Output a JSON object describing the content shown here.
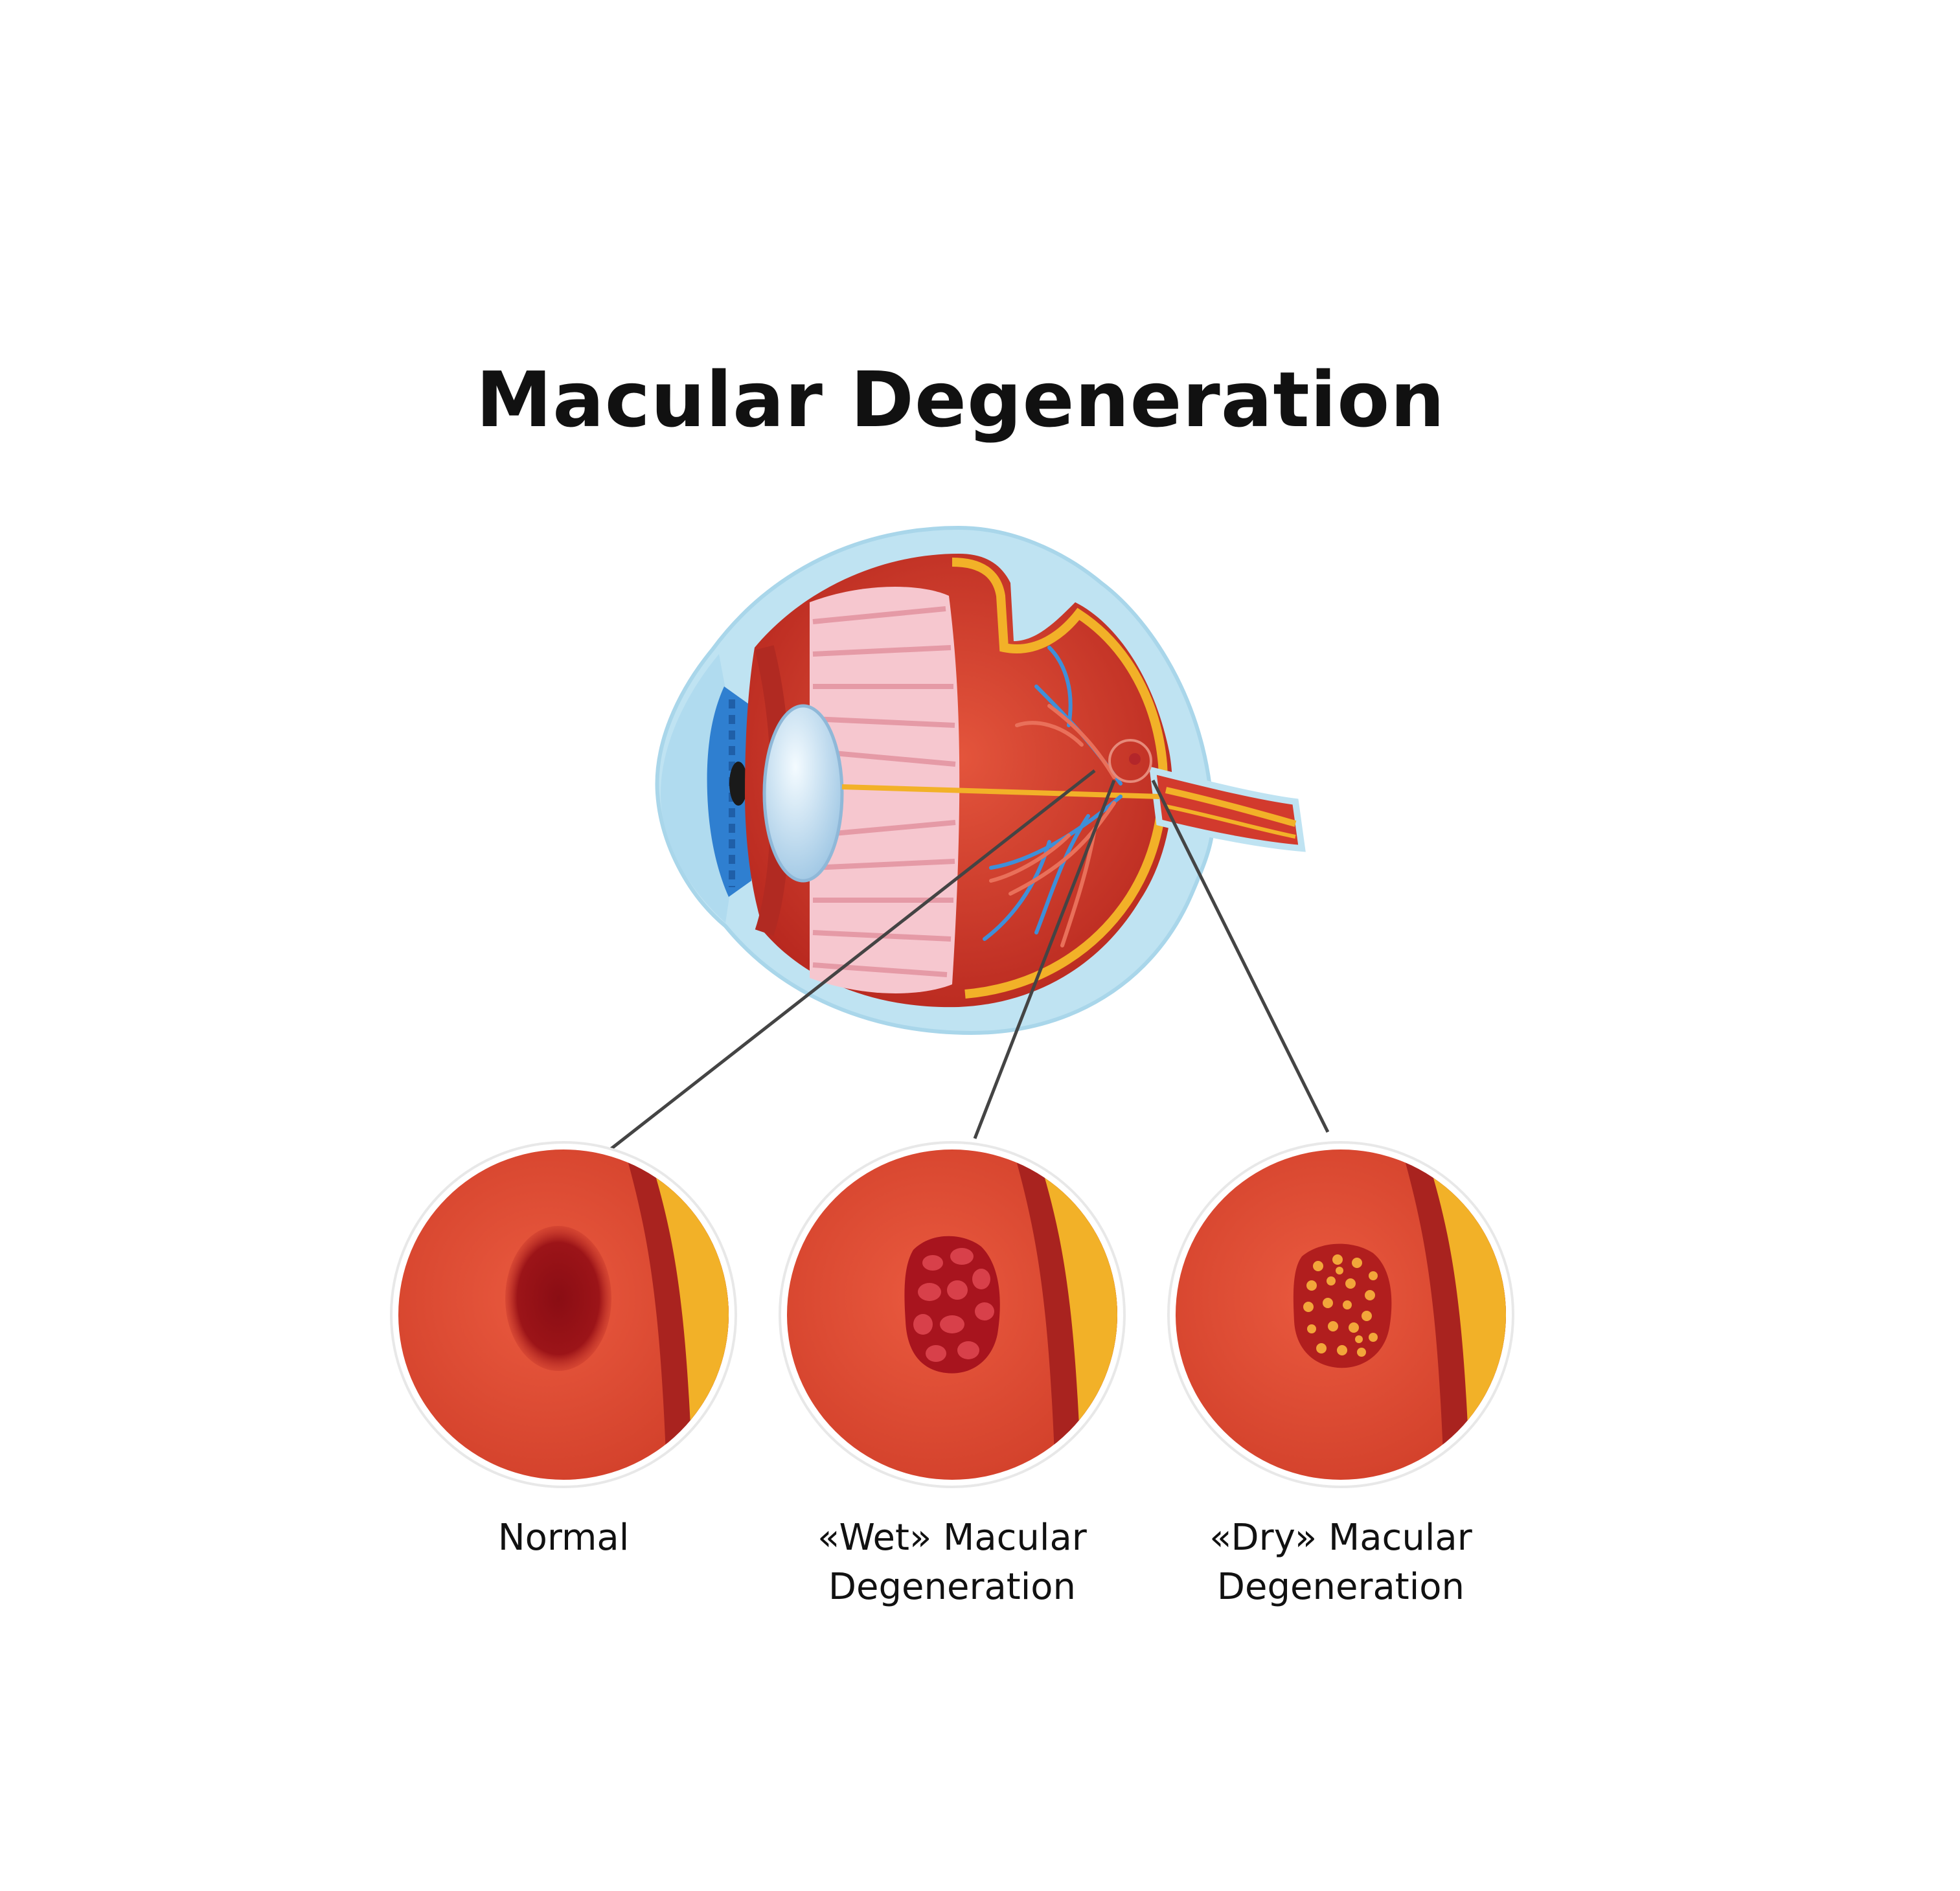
{
  "title": "Macular Degeneration",
  "panels": [
    {
      "id": "normal",
      "lines": [
        "Normal"
      ]
    },
    {
      "id": "wet",
      "lines": [
        "«Wet» Macular",
        "Degeneration"
      ]
    },
    {
      "id": "dry",
      "lines": [
        "«Dry» Macular",
        "Degeneration"
      ]
    }
  ],
  "colors": {
    "sclera_outer": "#bfe3f2",
    "choroid": "#c8322a",
    "retina_yellow": "#f2b128",
    "macula_dark": "#8e1116",
    "lens": "#cfe6f4",
    "ciliary_pink": "#f6c7cf",
    "vessel_blue": "#3f8fd8",
    "pointer_line": "#444444"
  }
}
